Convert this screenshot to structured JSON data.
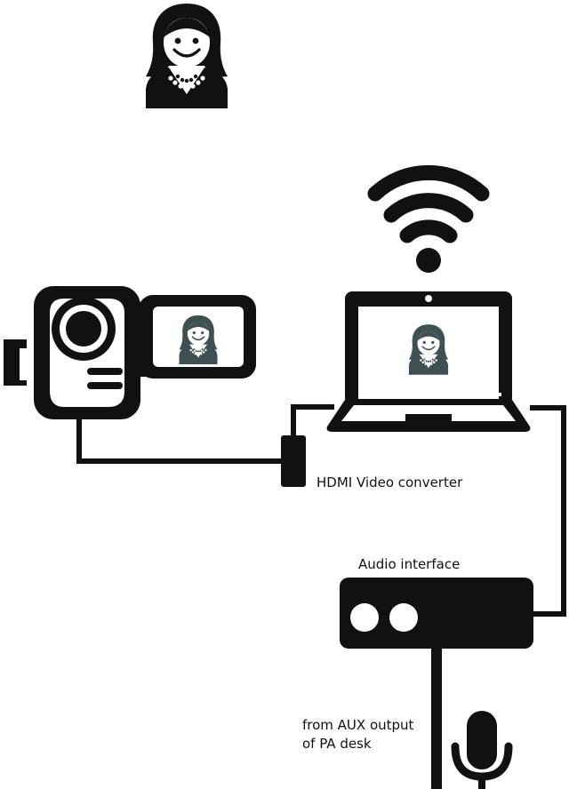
{
  "colors": {
    "ink": "#111111",
    "face_gray": "#3f5052",
    "background": "#ffffff"
  },
  "icons": {
    "person": "person-icon",
    "wifi": "wifi-icon",
    "camcorder": "camcorder-icon",
    "laptop": "laptop-icon",
    "converter": "hdmi-converter-icon",
    "audio_interface": "audio-interface-icon",
    "microphone": "microphone-icon"
  },
  "labels": {
    "hdmi_converter": "HDMI Video converter",
    "audio_interface": "Audio interface",
    "aux_line1": "from AUX output",
    "aux_line2": "of PA desk"
  }
}
